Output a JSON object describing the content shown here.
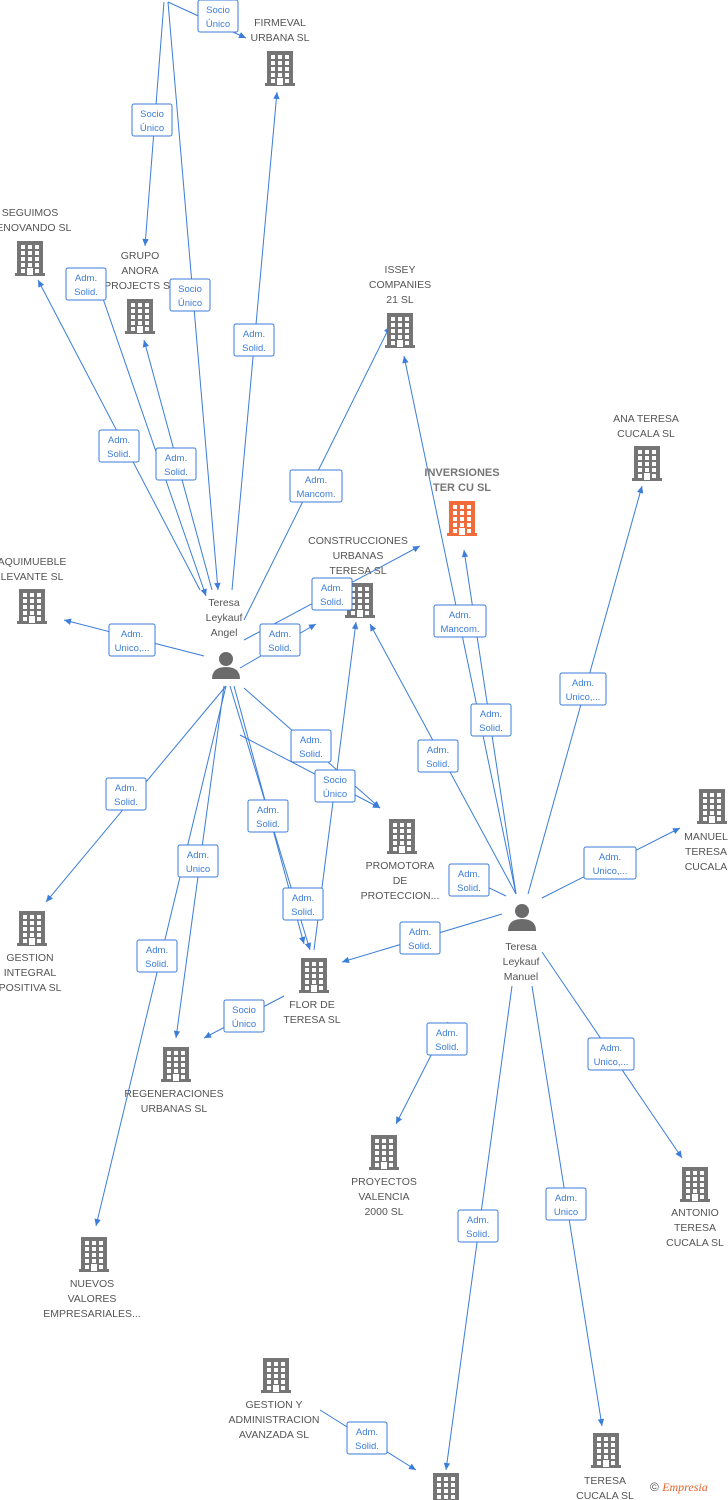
{
  "colors": {
    "edge": "#3b7dd8",
    "company_icon": "#757575",
    "person_icon": "#6b6b6b",
    "highlight_icon": "#f26b3a"
  },
  "nodes": [
    {
      "id": "firmeval",
      "kind": "company",
      "icon": "building-icon",
      "label": [
        "FIRMEVAL",
        "URBANA  SL"
      ]
    },
    {
      "id": "seguimos",
      "kind": "company",
      "icon": "building-icon",
      "label": [
        "SEGUIMOS",
        "RENOVANDO SL"
      ]
    },
    {
      "id": "grupo",
      "kind": "company",
      "icon": "building-icon",
      "label": [
        "GRUPO",
        "ANORA",
        "PROJECTS  SL"
      ]
    },
    {
      "id": "issey",
      "kind": "company",
      "icon": "building-icon",
      "label": [
        "ISSEY",
        "COMPANIES",
        "21 SL"
      ]
    },
    {
      "id": "inversiones",
      "kind": "company",
      "icon": "building-icon",
      "highlight": true,
      "label": [
        "INVERSIONES",
        "TER CU  SL"
      ]
    },
    {
      "id": "anateresa",
      "kind": "company",
      "icon": "building-icon",
      "label": [
        "ANA TERESA",
        "CUCALA SL"
      ]
    },
    {
      "id": "construcciones",
      "kind": "company",
      "icon": "building-icon",
      "label": [
        "CONSTRUCCIONES",
        "URBANAS",
        "TERESA SL"
      ]
    },
    {
      "id": "aquimueble",
      "kind": "company",
      "icon": "building-icon",
      "label": [
        "AQUIMUEBLE",
        "LEVANTE SL"
      ]
    },
    {
      "id": "teresa_angel",
      "kind": "person",
      "icon": "person-icon",
      "label": [
        "Teresa",
        "Leykauf",
        "Angel"
      ]
    },
    {
      "id": "promotora",
      "kind": "company",
      "icon": "building-icon",
      "label": [
        "PROMOTORA",
        "DE",
        "PROTECCION..."
      ]
    },
    {
      "id": "manuel_co",
      "kind": "company",
      "icon": "building-icon",
      "label": [
        "MANUEL",
        "TERESA",
        "CUCALA"
      ]
    },
    {
      "id": "gestion_integral",
      "kind": "company",
      "icon": "building-icon",
      "label": [
        "GESTION",
        "INTEGRAL",
        "POSITIVA  SL"
      ]
    },
    {
      "id": "teresa_manuel",
      "kind": "person",
      "icon": "person-icon",
      "label": [
        "Teresa",
        "Leykauf",
        "Manuel"
      ]
    },
    {
      "id": "flor",
      "kind": "company",
      "icon": "building-icon",
      "label": [
        "FLOR DE",
        "TERESA SL"
      ]
    },
    {
      "id": "regeneraciones",
      "kind": "company",
      "icon": "building-icon",
      "label": [
        "REGENERACIONES",
        "URBANAS  SL"
      ]
    },
    {
      "id": "proyectos",
      "kind": "company",
      "icon": "building-icon",
      "label": [
        "PROYECTOS",
        "VALENCIA",
        "2000 SL"
      ]
    },
    {
      "id": "antonio",
      "kind": "company",
      "icon": "building-icon",
      "label": [
        "ANTONIO",
        "TERESA",
        "CUCALA  SL"
      ]
    },
    {
      "id": "nuevos",
      "kind": "company",
      "icon": "building-icon",
      "label": [
        "NUEVOS",
        "VALORES",
        "EMPRESARIALES..."
      ]
    },
    {
      "id": "gestion_admin",
      "kind": "company",
      "icon": "building-icon",
      "label": [
        "GESTION Y",
        "ADMINISTRACION",
        "AVANZADA  SL"
      ]
    },
    {
      "id": "teresa_cucala",
      "kind": "company",
      "icon": "building-icon",
      "label": [
        "TERESA",
        "CUCALA  SL"
      ]
    },
    {
      "id": "bottom_co",
      "kind": "company",
      "icon": "building-icon",
      "label": []
    }
  ],
  "edges": [
    {
      "label": [
        "Socio",
        "Único"
      ]
    },
    {
      "label": [
        "Socio",
        "Único"
      ]
    },
    {
      "label": [
        "Socio",
        "Único"
      ]
    },
    {
      "label": [
        "Adm.",
        "Solid."
      ]
    },
    {
      "label": [
        "Adm.",
        "Solid."
      ]
    },
    {
      "label": [
        "Adm.",
        "Solid."
      ]
    },
    {
      "label": [
        "Adm.",
        "Solid."
      ]
    },
    {
      "label": [
        "Adm.",
        "Mancom."
      ]
    },
    {
      "label": [
        "Adm.",
        "Unico,..."
      ]
    },
    {
      "label": [
        "Adm.",
        "Solid."
      ]
    },
    {
      "label": [
        "Adm.",
        "Solid."
      ]
    },
    {
      "label": [
        "Adm.",
        "Solid."
      ]
    },
    {
      "label": [
        "Socio",
        "Único"
      ]
    },
    {
      "label": [
        "Adm.",
        "Solid."
      ]
    },
    {
      "label": [
        "Adm.",
        "Unico"
      ]
    },
    {
      "label": [
        "Adm.",
        "Solid."
      ]
    },
    {
      "label": [
        "Adm.",
        "Solid."
      ]
    },
    {
      "label": [
        "Socio",
        "Único"
      ]
    },
    {
      "label": [
        "Adm.",
        "Solid."
      ]
    },
    {
      "label": [
        "Adm.",
        "Mancom."
      ]
    },
    {
      "label": [
        "Adm.",
        "Solid."
      ]
    },
    {
      "label": [
        "Adm.",
        "Unico,..."
      ]
    },
    {
      "label": [
        "Adm.",
        "Solid."
      ]
    },
    {
      "label": [
        "Adm.",
        "Unico,..."
      ]
    },
    {
      "label": [
        "Adm.",
        "Solid."
      ]
    },
    {
      "label": [
        "Adm.",
        "Solid."
      ]
    },
    {
      "label": [
        "Adm.",
        "Solid."
      ]
    },
    {
      "label": [
        "Adm.",
        "Unico,..."
      ]
    },
    {
      "label": [
        "Adm.",
        "Solid."
      ]
    },
    {
      "label": [
        "Adm.",
        "Unico"
      ]
    },
    {
      "label": [
        "Adm.",
        "Solid."
      ]
    },
    {
      "label": [
        "Socio",
        "Único"
      ]
    }
  ],
  "footer": {
    "copyright": "©",
    "brand": "Empresia"
  }
}
